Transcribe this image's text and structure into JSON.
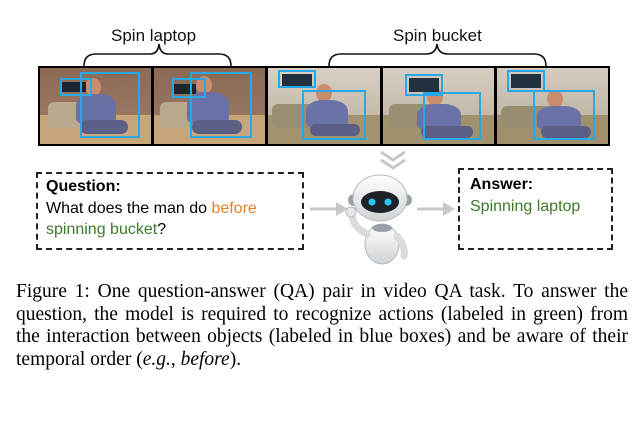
{
  "labels": {
    "group1": "Spin laptop",
    "group2": "Spin bucket"
  },
  "question": {
    "title": "Question:",
    "text_part1": "What does the man do ",
    "highlight_before": "before",
    "highlight_action": "spinning bucket",
    "text_part2": "?"
  },
  "answer": {
    "title": "Answer:",
    "text": "Spinning laptop"
  },
  "caption": {
    "label": "Figure 1:",
    "text1": " One question-answer (QA) pair in video QA task. To answer the question, the model is required to recognize actions (labeled in green) from the interaction between objects (labeled in blue boxes) and be aware of their temporal order (",
    "eg": "e.g.",
    "comma": ", ",
    "before": "before",
    "end": ")."
  },
  "colors": {
    "bbox": "#29a8e8",
    "before": "#e8812a",
    "action": "#3d7a2a",
    "arrow": "#c8c8c8"
  },
  "icons": [
    "robot-icon",
    "arrow-right-icon",
    "chevron-down-icon"
  ]
}
